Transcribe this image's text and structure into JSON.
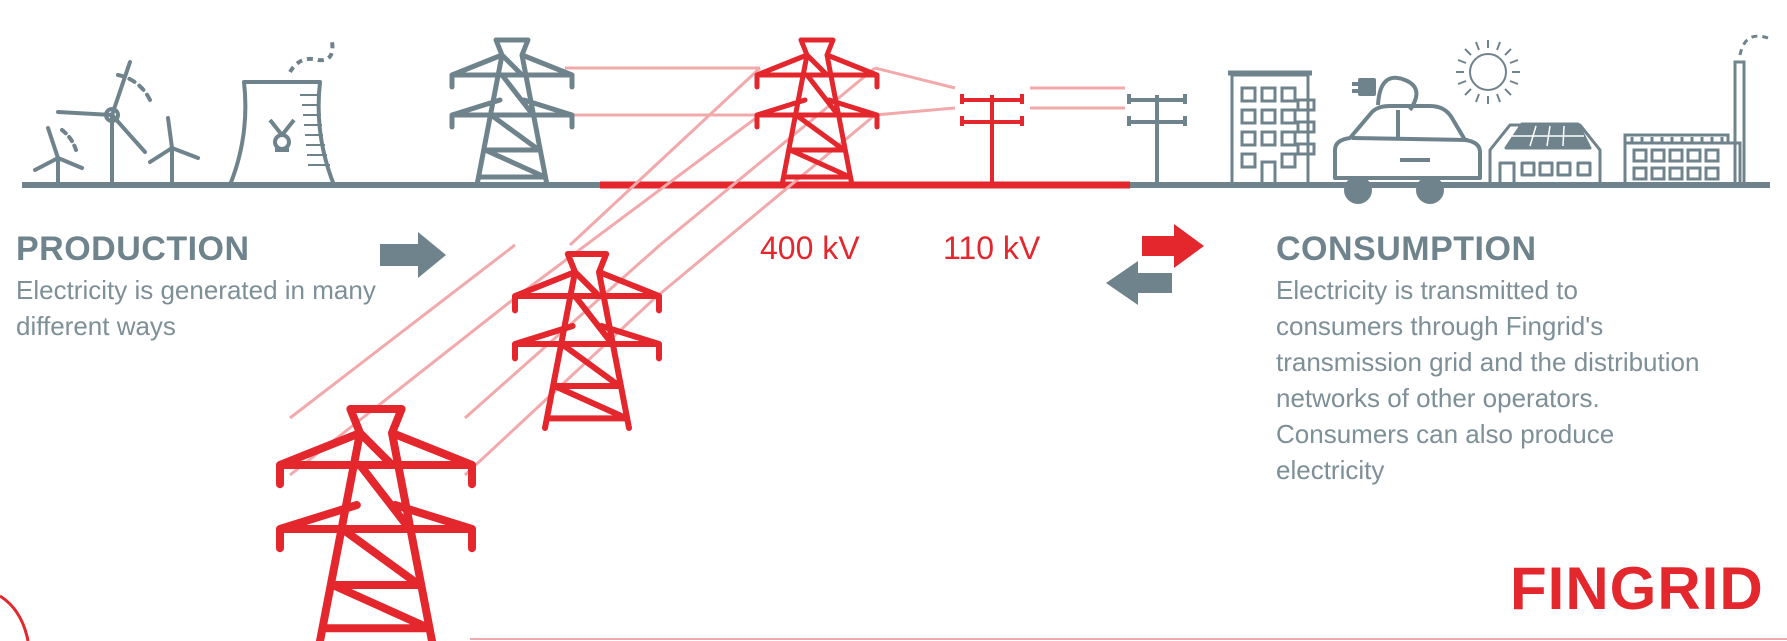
{
  "production": {
    "heading": "PRODUCTION",
    "text": "Electricity is generated in many different ways"
  },
  "voltages": {
    "high": "400 kV",
    "medium": "110 kV"
  },
  "consumption": {
    "heading": "CONSUMPTION",
    "text": "Electricity is transmitted to consumers through Fingrid's transmission grid and the distribution networks of other operators. Consumers can also produce electricity"
  },
  "brand": {
    "logo_text": "FINGRID"
  },
  "colors": {
    "accent_red": "#e3272d",
    "line_pink": "#f2a9ab",
    "slate_gray": "#6f838c"
  },
  "icons": [
    "wind-turbine-icon",
    "nuclear-plant-icon",
    "transmission-tower-icon",
    "distribution-pole-icon",
    "apartment-building-icon",
    "electric-car-icon",
    "sun-icon",
    "solar-house-icon",
    "factory-icon",
    "arrow-right-icon",
    "arrow-left-icon"
  ]
}
